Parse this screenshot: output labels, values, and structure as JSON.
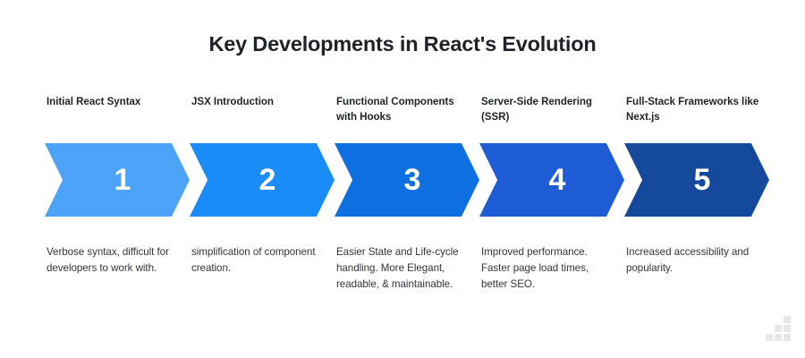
{
  "title": "Key Developments in React's Evolution",
  "colors": {
    "background": "#ffffff",
    "title_text": "#1f2328",
    "label_text": "#1f2328",
    "description_text": "#31353b",
    "number_text": "#ffffff",
    "logo_mark": "#e6e7e8"
  },
  "steps": [
    {
      "number": "1",
      "label": "Initial React Syntax",
      "description": "Verbose syntax, difficult for developers to work with.",
      "color": "#4da3f7"
    },
    {
      "number": "2",
      "label": "JSX Introduction",
      "description": "simplification of component creation.",
      "color": "#1a8cf8"
    },
    {
      "number": "3",
      "label": "Functional Components with Hooks",
      "description": "Easier State and Life-cycle handling. More Elegant, readable, & maintainable.",
      "color": "#0d6fe0"
    },
    {
      "number": "4",
      "label": "Server-Side Rendering (SSR)",
      "description": "Improved performance. Faster page load times, better SEO.",
      "color": "#1d5cd4"
    },
    {
      "number": "5",
      "label": "Full-Stack Frameworks like Next.js",
      "description": "Increased accessibility and popularity.",
      "color": "#14499b"
    }
  ],
  "logo": {
    "name": "staircase-bars-logo"
  }
}
